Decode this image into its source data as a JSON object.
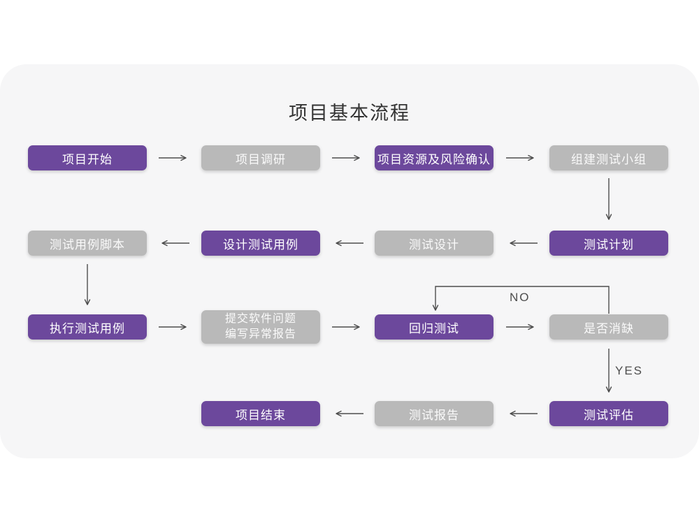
{
  "title": "项目基本流程",
  "colors": {
    "node_purple": "#6c489c",
    "node_gray": "#b9b9b9",
    "card_background": "#f6f6f7",
    "arrow": "#4d4d4d",
    "node_text": "#ffffff",
    "title_text": "#333333"
  },
  "nodes": [
    {
      "id": "project-start",
      "label": "项目开始",
      "variant": "purple"
    },
    {
      "id": "project-research",
      "label": "项目调研",
      "variant": "gray"
    },
    {
      "id": "resources-risk",
      "label": "项目资源及风险确认",
      "variant": "purple"
    },
    {
      "id": "build-test-team",
      "label": "组建测试小组",
      "variant": "gray"
    },
    {
      "id": "test-plan",
      "label": "测试计划",
      "variant": "purple"
    },
    {
      "id": "test-design",
      "label": "测试设计",
      "variant": "gray"
    },
    {
      "id": "design-test-cases",
      "label": "设计测试用例",
      "variant": "purple"
    },
    {
      "id": "test-case-scripts",
      "label": "测试用例脚本",
      "variant": "gray"
    },
    {
      "id": "execute-test-cases",
      "label": "执行测试用例",
      "variant": "purple"
    },
    {
      "id": "submit-issue-report",
      "label": "提交软件问题\n编写异常报告",
      "variant": "gray"
    },
    {
      "id": "regression-test",
      "label": "回归测试",
      "variant": "purple"
    },
    {
      "id": "defects-cleared",
      "label": "是否消缺",
      "variant": "gray"
    },
    {
      "id": "test-evaluation",
      "label": "测试评估",
      "variant": "purple"
    },
    {
      "id": "test-report",
      "label": "测试报告",
      "variant": "gray"
    },
    {
      "id": "project-end",
      "label": "项目结束",
      "variant": "purple"
    }
  ],
  "edge_labels": {
    "no": "NO",
    "yes": "YES"
  }
}
